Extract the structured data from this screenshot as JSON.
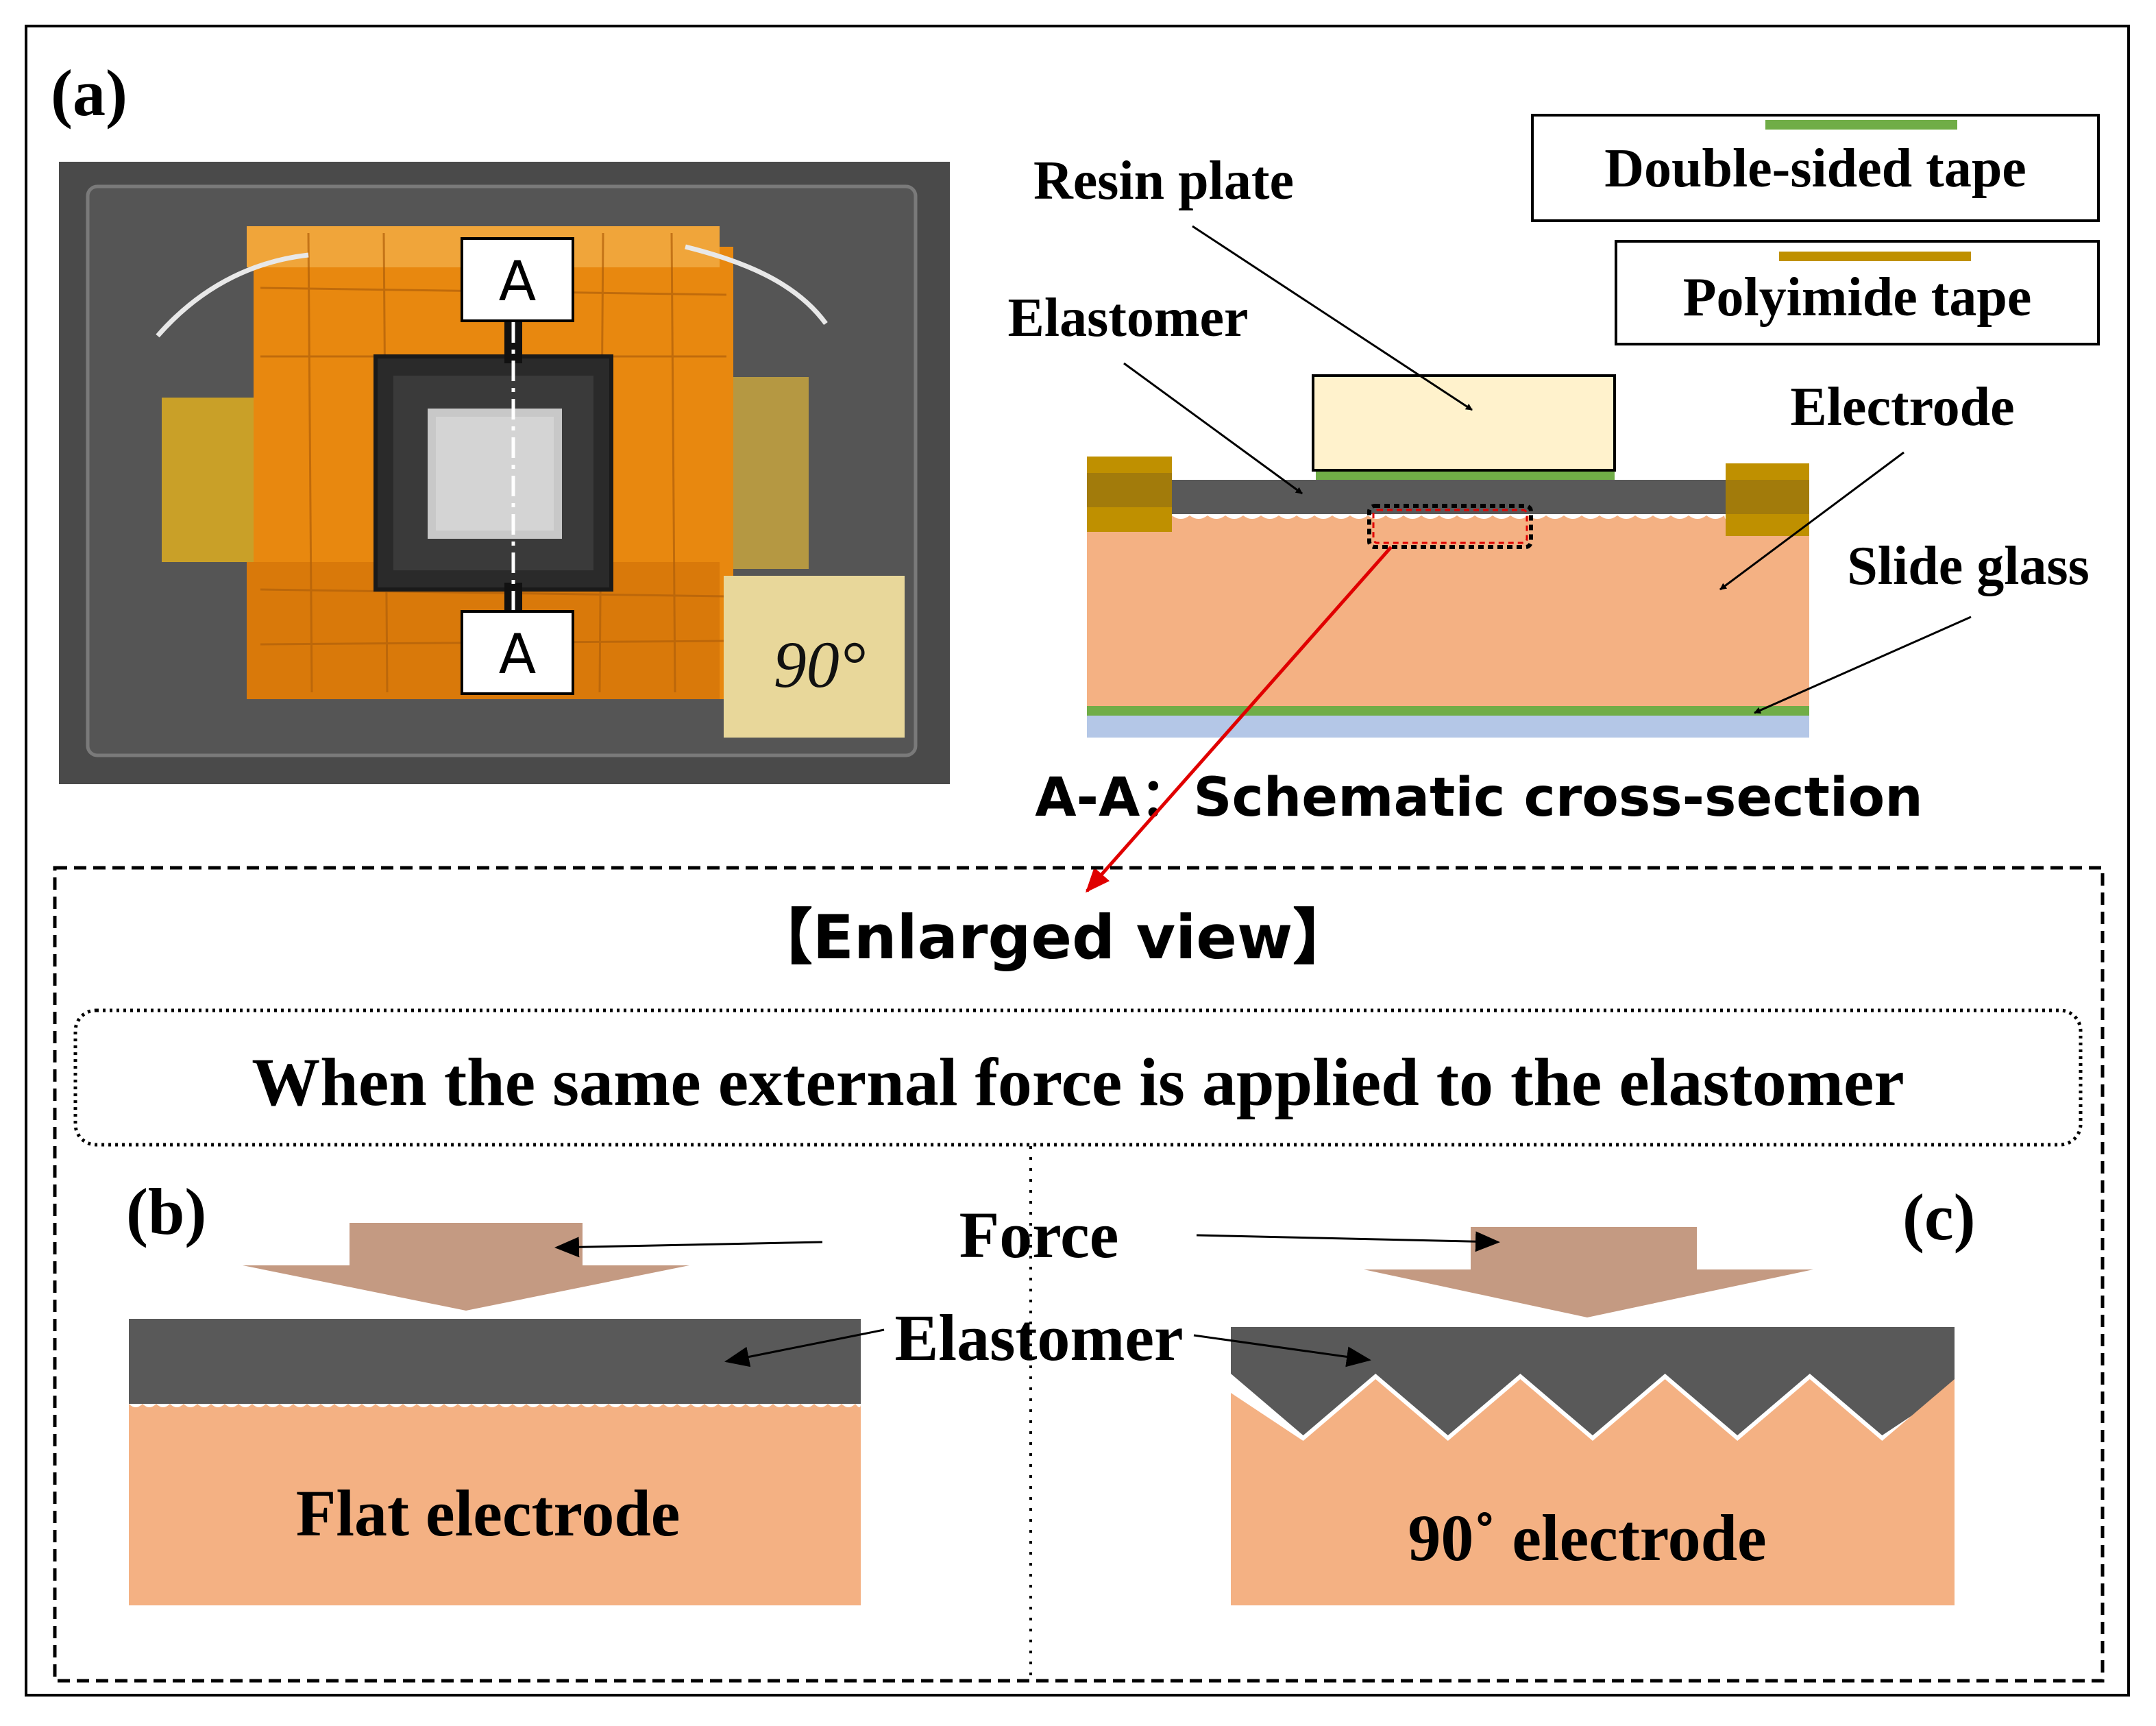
{
  "panel_a": {
    "label": "(a)",
    "photo": {
      "marker_top": "A",
      "marker_bottom": "A",
      "sticker_text": "90°"
    },
    "legend": {
      "double_sided": "Double-sided tape",
      "polyimide": "Polyimide tape"
    },
    "labels": {
      "resin_plate": "Resin plate",
      "elastomer": "Elastomer",
      "electrode": "Electrode",
      "slide_glass": "Slide glass"
    },
    "caption": "A-A：Schematic cross-section"
  },
  "enlarged": {
    "title": "【Enlarged view】",
    "condition": "When the same external force is applied to the elastomer"
  },
  "panel_b": {
    "label": "(b)",
    "electrode_label": "Flat electrode"
  },
  "panel_c": {
    "label": "(c)",
    "electrode_label": "90˚ electrode"
  },
  "shared": {
    "force": "Force",
    "elastomer": "Elastomer"
  },
  "colors": {
    "electrode": "#f4b183",
    "elastomer": "#595959",
    "resin": "#fff2cc",
    "double_sided_tape": "#70ad47",
    "polyimide_tape": "#bf9000",
    "slide_glass": "#b4c7e7",
    "force_arrow": "#c49a82",
    "kapton": "#e8880f",
    "photo_bg": "#555555"
  }
}
